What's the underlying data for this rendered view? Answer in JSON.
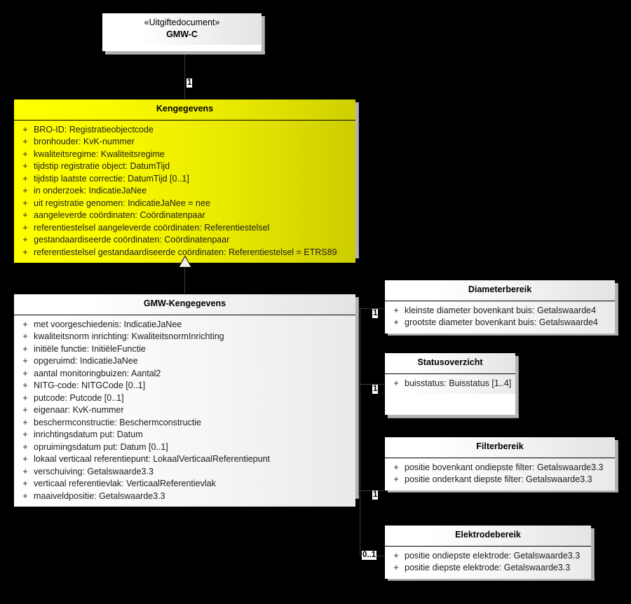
{
  "diagram": {
    "type": "uml-class-diagram",
    "background": "#000000",
    "highlight_color": "#ffff00"
  },
  "classes": {
    "gmw_c": {
      "stereotype": "«Uitgiftedocument»",
      "name": "GMW-C",
      "attributes": []
    },
    "kengegevens": {
      "name": "Kengegevens",
      "highlighted": true,
      "attributes": [
        {
          "visibility": "+",
          "text": "BRO-ID: Registratieobjectcode"
        },
        {
          "visibility": "+",
          "text": "bronhouder: KvK-nummer"
        },
        {
          "visibility": "+",
          "text": "kwaliteitsregime: Kwaliteitsregime"
        },
        {
          "visibility": "+",
          "text": "tijdstip registratie object: DatumTijd"
        },
        {
          "visibility": "+",
          "text": "tijdstip laatste correctie: DatumTijd [0..1]"
        },
        {
          "visibility": "+",
          "text": "in onderzoek: IndicatieJaNee"
        },
        {
          "visibility": "+",
          "text": "uit registratie genomen: IndicatieJaNee = nee"
        },
        {
          "visibility": "+",
          "text": "aangeleverde coördinaten: Coördinatenpaar"
        },
        {
          "visibility": "+",
          "text": "referentiestelsel aangeleverde coördinaten: Referentiestelsel"
        },
        {
          "visibility": "+",
          "text": "gestandaardiseerde coördinaten: Coördinatenpaar"
        },
        {
          "visibility": "+",
          "text": "referentiestelsel gestandaardiseerde coördinaten: Referentiestelsel = ETRS89"
        }
      ]
    },
    "gmw_kengegevens": {
      "name": "GMW-Kengegevens",
      "attributes": [
        {
          "visibility": "+",
          "text": "met voorgeschiedenis: IndicatieJaNee"
        },
        {
          "visibility": "+",
          "text": "kwaliteitsnorm inrichting: KwaliteitsnormInrichting"
        },
        {
          "visibility": "+",
          "text": "initiële functie: InitiëleFunctie"
        },
        {
          "visibility": "+",
          "text": "opgeruimd: IndicatieJaNee"
        },
        {
          "visibility": "+",
          "text": "aantal monitoringbuizen: Aantal2"
        },
        {
          "visibility": "+",
          "text": "NITG-code: NITGCode [0..1]"
        },
        {
          "visibility": "+",
          "text": "putcode: Putcode [0..1]"
        },
        {
          "visibility": "+",
          "text": "eigenaar: KvK-nummer"
        },
        {
          "visibility": "+",
          "text": "beschermconstructie: Beschermconstructie"
        },
        {
          "visibility": "+",
          "text": "inrichtingsdatum put: Datum"
        },
        {
          "visibility": "+",
          "text": "opruimingsdatum put: Datum [0..1]"
        },
        {
          "visibility": "+",
          "text": "lokaal verticaal referentiepunt: LokaalVerticaalReferentiepunt"
        },
        {
          "visibility": "+",
          "text": "verschuiving: Getalswaarde3.3"
        },
        {
          "visibility": "+",
          "text": "verticaal referentievlak: VerticaalReferentievlak"
        },
        {
          "visibility": "+",
          "text": "maaiveldpositie: Getalswaarde3.3"
        }
      ]
    },
    "diameterbereik": {
      "name": "Diameterbereik",
      "attributes": [
        {
          "visibility": "+",
          "text": "kleinste diameter bovenkant buis: Getalswaarde4"
        },
        {
          "visibility": "+",
          "text": "grootste diameter bovenkant buis: Getalswaarde4"
        }
      ]
    },
    "statusoverzicht": {
      "name": "Statusoverzicht",
      "attributes": [
        {
          "visibility": "+",
          "text": "buisstatus: Buisstatus [1..4]"
        }
      ]
    },
    "filterbereik": {
      "name": "Filterbereik",
      "attributes": [
        {
          "visibility": "+",
          "text": "positie bovenkant ondiepste filter: Getalswaarde3.3"
        },
        {
          "visibility": "+",
          "text": "positie onderkant diepste filter: Getalswaarde3.3"
        }
      ]
    },
    "elektrodebereik": {
      "name": "Elektrodebereik",
      "attributes": [
        {
          "visibility": "+",
          "text": "positie ondiepste elektrode: Getalswaarde3.3"
        },
        {
          "visibility": "+",
          "text": "positie diepste elektrode: Getalswaarde3.3"
        }
      ]
    }
  },
  "connectors": {
    "gmwc_to_kengegevens": {
      "multiplicity": "1",
      "kind": "composition"
    },
    "kengegevens_generalization": {
      "multiplicity": "",
      "kind": "generalization"
    },
    "to_diameterbereik": {
      "multiplicity": "1",
      "kind": "association"
    },
    "to_statusoverzicht": {
      "multiplicity": "1",
      "kind": "association"
    },
    "to_filterbereik": {
      "multiplicity": "1",
      "kind": "association"
    },
    "to_elektrodebereik": {
      "multiplicity": "0..1",
      "kind": "association"
    }
  }
}
